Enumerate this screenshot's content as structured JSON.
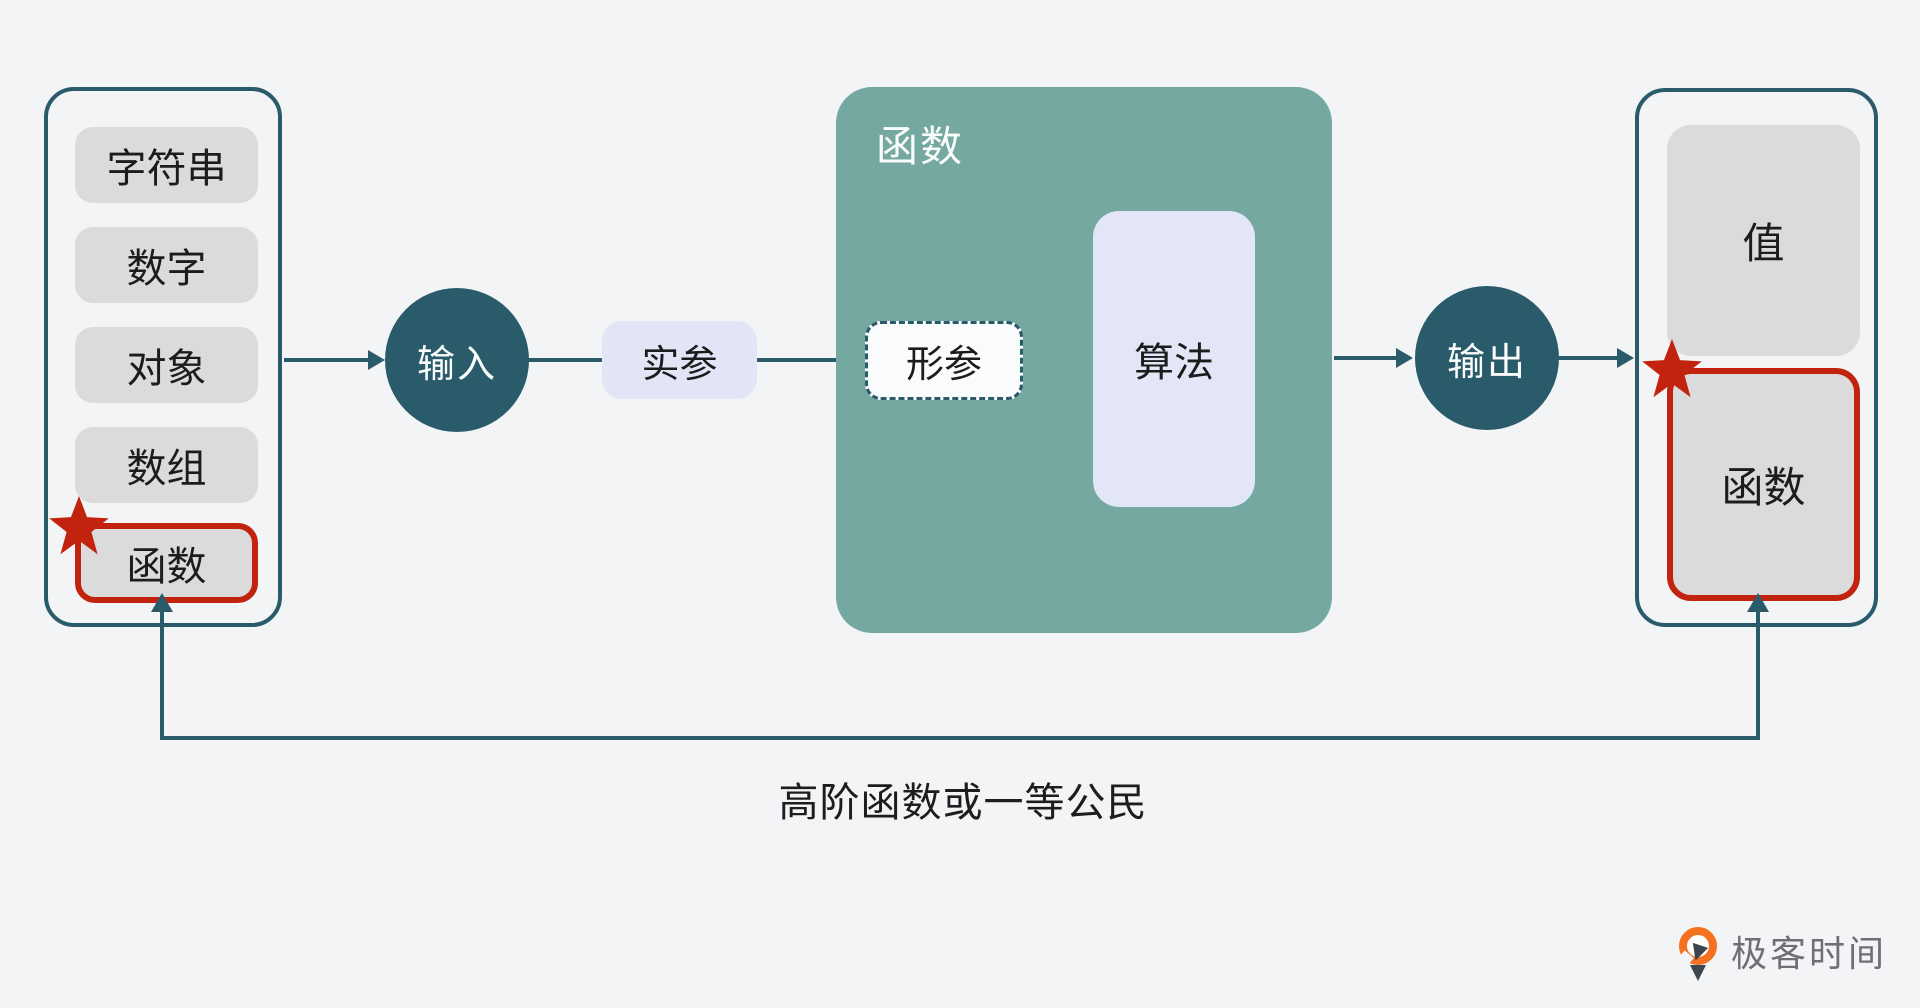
{
  "diagram": {
    "left_panel": {
      "items": [
        "字符串",
        "数字",
        "对象",
        "数组",
        "函数"
      ],
      "highlighted_item": "函数"
    },
    "input_node": "输入",
    "actual_param": "实参",
    "function_container": {
      "label": "函数",
      "formal_param": "形参",
      "algorithm": "算法"
    },
    "output_node": "输出",
    "right_panel": {
      "value": "值",
      "function": "函数",
      "highlighted_item": "函数"
    },
    "caption": "高阶函数或一等公民"
  },
  "branding": {
    "logo_text": "极客时间"
  },
  "colors": {
    "background": "#f2f4f6",
    "dark_teal": "#2a5b6b",
    "sage_green": "#74a8a1",
    "lavender": "#e2e5f6",
    "gray_box": "#dbdbdb",
    "highlight_red": "#c2230e",
    "logo_orange": "#f4711f",
    "logo_gray": "#6f7075"
  }
}
